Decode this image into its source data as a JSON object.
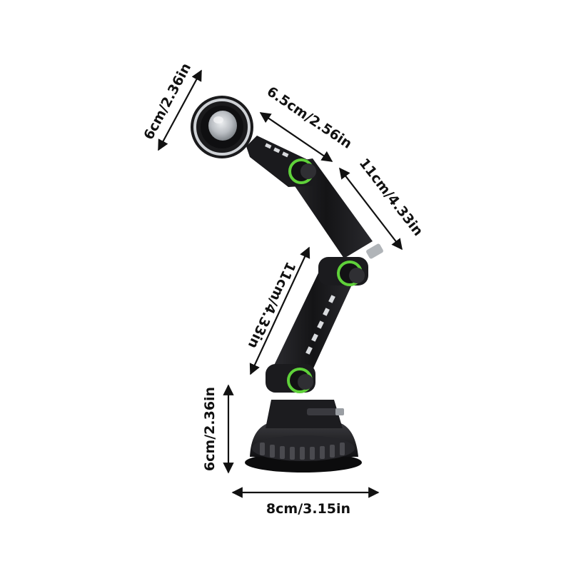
{
  "dimensions": {
    "magnet_diameter": "6cm/2.36in",
    "upper_arm_short": "6.5cm/2.56in",
    "upper_arm_long": "11cm/4.33in",
    "lower_arm": "11cm/4.33in",
    "base_height": "6cm/2.36in",
    "base_width": "8cm/3.15in"
  },
  "colors": {
    "body": "#1a1a1c",
    "accent": "#5fd13a",
    "ring": "#cfd2d6",
    "arrow": "#111111"
  }
}
